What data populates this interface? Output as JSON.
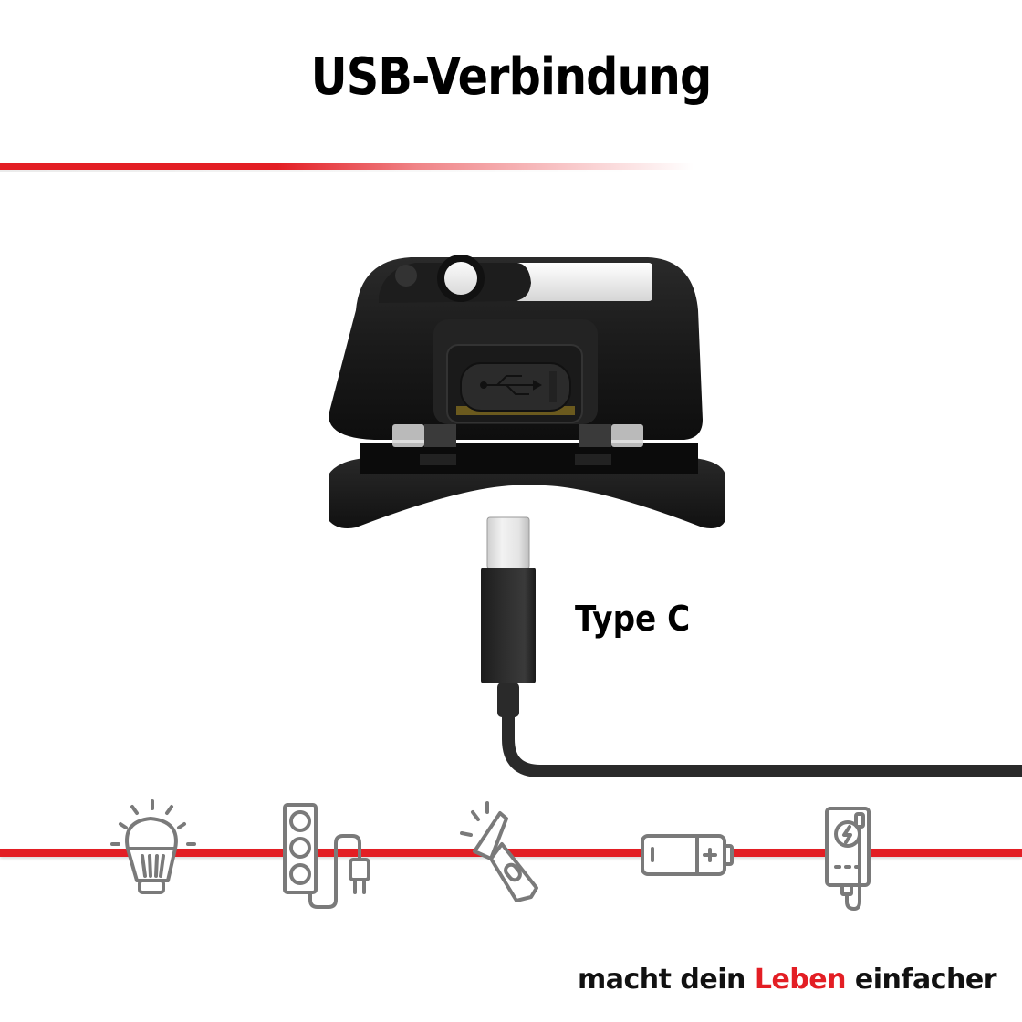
{
  "header": {
    "title": "USB-Verbindung"
  },
  "product": {
    "name": "headlamp-with-usb-port",
    "port_icon": "usb-icon"
  },
  "connector": {
    "label": "Type C"
  },
  "usage_icons": [
    {
      "name": "light-bulb-icon"
    },
    {
      "name": "power-strip-icon"
    },
    {
      "name": "flashlight-icon"
    },
    {
      "name": "battery-icon"
    },
    {
      "name": "power-bank-icon"
    }
  ],
  "tagline": {
    "part1": "macht dein ",
    "highlight": "Leben",
    "part2": " einfacher"
  },
  "colors": {
    "accent": "#e31e24",
    "icon_stroke": "#7a7a7a",
    "text": "#000000"
  }
}
